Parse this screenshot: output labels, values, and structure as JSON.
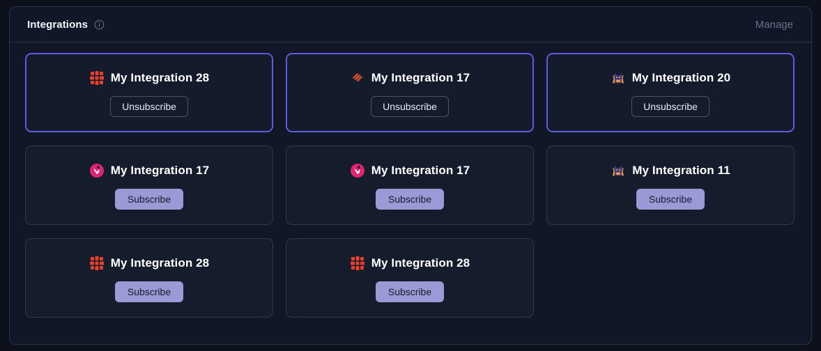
{
  "header": {
    "title": "Integrations",
    "info_icon": "info-circle-icon",
    "manage_label": "Manage"
  },
  "colors": {
    "page_background": "#0d111c",
    "panel_background": "#111726",
    "panel_border": "#2c3548",
    "card_background": "#151c2c",
    "card_border": "#303a4e",
    "selected_border": "#5d5de0",
    "subscribe_button": "#9a9ad6",
    "subscribe_button_text": "#161b27",
    "unsubscribe_border": "#4a5467",
    "title_text": "#ffffff",
    "manage_text": "#67738a"
  },
  "labels": {
    "subscribe": "Subscribe",
    "unsubscribe": "Unsubscribe"
  },
  "cards": [
    {
      "title": "My Integration 28",
      "icon": "red-grid-logo",
      "state": "subscribed",
      "action": "Unsubscribe"
    },
    {
      "title": "My Integration 17",
      "icon": "orange-slashes-logo",
      "state": "subscribed",
      "action": "Unsubscribe"
    },
    {
      "title": "My Integration 20",
      "icon": "purple-mascot-logo",
      "state": "subscribed",
      "action": "Unsubscribe"
    },
    {
      "title": "My Integration 17",
      "icon": "pink-circle-logo",
      "state": "unsubscribed",
      "action": "Subscribe"
    },
    {
      "title": "My Integration 17",
      "icon": "pink-circle-logo",
      "state": "unsubscribed",
      "action": "Subscribe"
    },
    {
      "title": "My Integration 11",
      "icon": "purple-mascot-logo",
      "state": "unsubscribed",
      "action": "Subscribe"
    },
    {
      "title": "My Integration 28",
      "icon": "red-grid-logo",
      "state": "unsubscribed",
      "action": "Subscribe"
    },
    {
      "title": "My Integration 28",
      "icon": "red-grid-logo",
      "state": "unsubscribed",
      "action": "Subscribe"
    }
  ]
}
